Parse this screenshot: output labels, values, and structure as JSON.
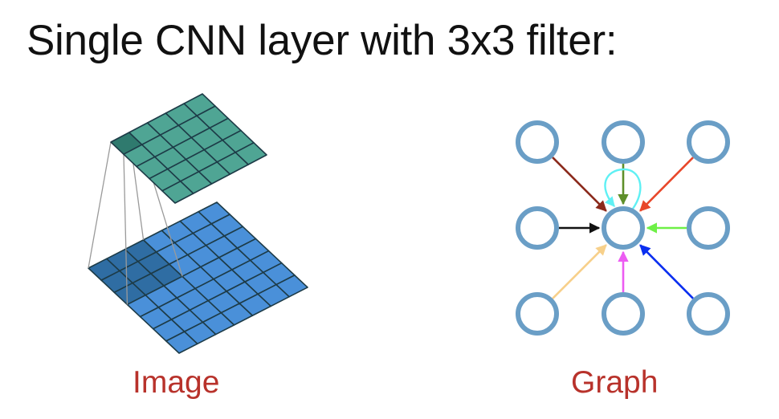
{
  "title": "Single CNN layer with 3x3 filter:",
  "panels": {
    "image": {
      "label": "Image",
      "output_grid": {
        "rows": 5,
        "cols": 5,
        "highlighted_cell": [
          0,
          0
        ],
        "color": "#4fa594",
        "highlight_color": "#2f7a6e"
      },
      "input_grid": {
        "rows": 7,
        "cols": 7,
        "highlighted_region": {
          "row_start": 0,
          "col_start": 0,
          "size": 3
        },
        "color": "#4a90d9",
        "highlight_color": "#2f6da3"
      },
      "grid_line_color": "#1d3b47",
      "connector_color": "#9a9a9a"
    },
    "graph": {
      "label": "Graph",
      "node_color": "#6a9ec6",
      "center_node": "center",
      "nodes": [
        "top-left",
        "top",
        "top-right",
        "left",
        "center",
        "right",
        "bottom-left",
        "bottom",
        "bottom-right"
      ],
      "edges": [
        {
          "from": "top-left",
          "to": "center",
          "color": "#8b2a1c"
        },
        {
          "from": "top",
          "to": "center",
          "color": "#5e8f2a"
        },
        {
          "from": "top-right",
          "to": "center",
          "color": "#e8472a"
        },
        {
          "from": "left",
          "to": "center",
          "color": "#111111"
        },
        {
          "from": "right",
          "to": "center",
          "color": "#6ef046"
        },
        {
          "from": "bottom-left",
          "to": "center",
          "color": "#f7d08a"
        },
        {
          "from": "bottom",
          "to": "center",
          "color": "#ec5cf2"
        },
        {
          "from": "bottom-right",
          "to": "center",
          "color": "#0a2ef0"
        },
        {
          "from": "center",
          "to": "center",
          "color": "#5ff0f4",
          "self_loop": true
        }
      ]
    }
  }
}
